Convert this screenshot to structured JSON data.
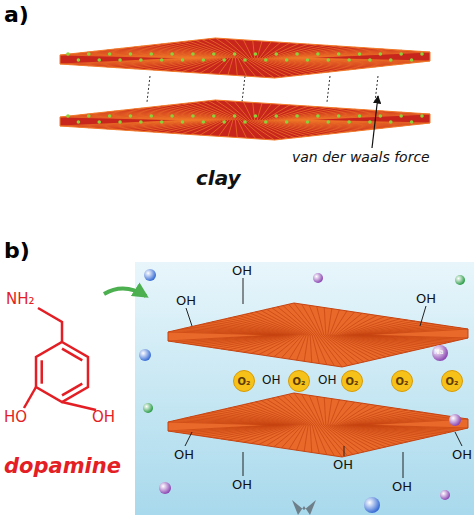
{
  "diagram": {
    "nodes": [
      {
        "text": [
          "O₂"
        ]
      },
      {
        "text": [
          "O₂"
        ]
      },
      {
        "text": [
          "O₂"
        ]
      },
      {
        "text": [
          "O₂"
        ]
      },
      {
        "text": [
          "O₂"
        ]
      }
    ],
    "labels": [
      "a)",
      "van der waals force",
      "clay",
      "b)",
      "NH₂",
      "HO",
      "OH",
      "dopamine",
      "OH",
      "OH",
      "OH",
      "OH",
      "OH",
      "OH",
      "OH",
      "OH",
      "OH",
      "OH",
      "Na"
    ]
  }
}
